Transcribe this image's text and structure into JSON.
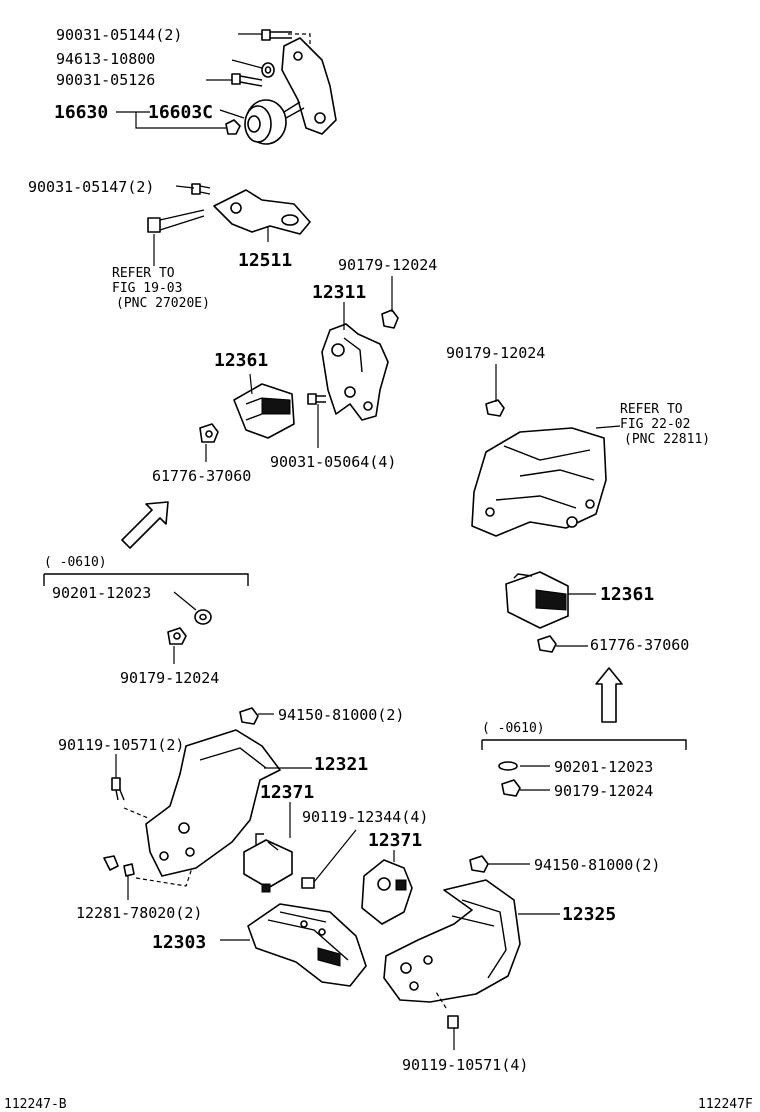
{
  "parts": {
    "p_90031_05144": "90031-05144(2)",
    "p_94613_10800": "94613-10800",
    "p_90031_05126": "90031-05126",
    "p_16630": "16630",
    "p_16603C": "16603C",
    "p_90031_05147": "90031-05147(2)",
    "p_12511": "12511",
    "p_90179_12024_a": "90179-12024",
    "p_12311": "12311",
    "p_12361_a": "12361",
    "p_90031_05064": "90031-05064(4)",
    "p_61776_37060_a": "61776-37060",
    "p_90179_12024_b": "90179-12024",
    "p_90201_12023_a": "90201-12023",
    "p_90179_12024_c": "90179-12024",
    "p_12361_b": "12361",
    "p_61776_37060_b": "61776-37060",
    "p_94150_81000_a": "94150-81000(2)",
    "p_90119_10571_a": "90119-10571(2)",
    "p_12321": "12321",
    "p_12371_a": "12371",
    "p_90119_12344": "90119-12344(4)",
    "p_12371_b": "12371",
    "p_12281_78020": "12281-78020(2)",
    "p_12303": "12303",
    "p_90201_12023_b": "90201-12023",
    "p_90179_12024_d": "90179-12024",
    "p_94150_81000_b": "94150-81000(2)",
    "p_12325": "12325",
    "p_90119_10571_b": "90119-10571(4)"
  },
  "notes": {
    "refer_a_line1": "REFER TO",
    "refer_a_line2": "FIG 19-03",
    "refer_a_line3": "(PNC 27020E)",
    "refer_b_line1": "REFER TO",
    "refer_b_line2": "FIG 22-02",
    "refer_b_line3": "(PNC 22811)",
    "range_a": "(      -0610)",
    "range_b": "(      -0610)"
  },
  "footer": {
    "left_code": "112247-B",
    "right_code": "112247F"
  }
}
